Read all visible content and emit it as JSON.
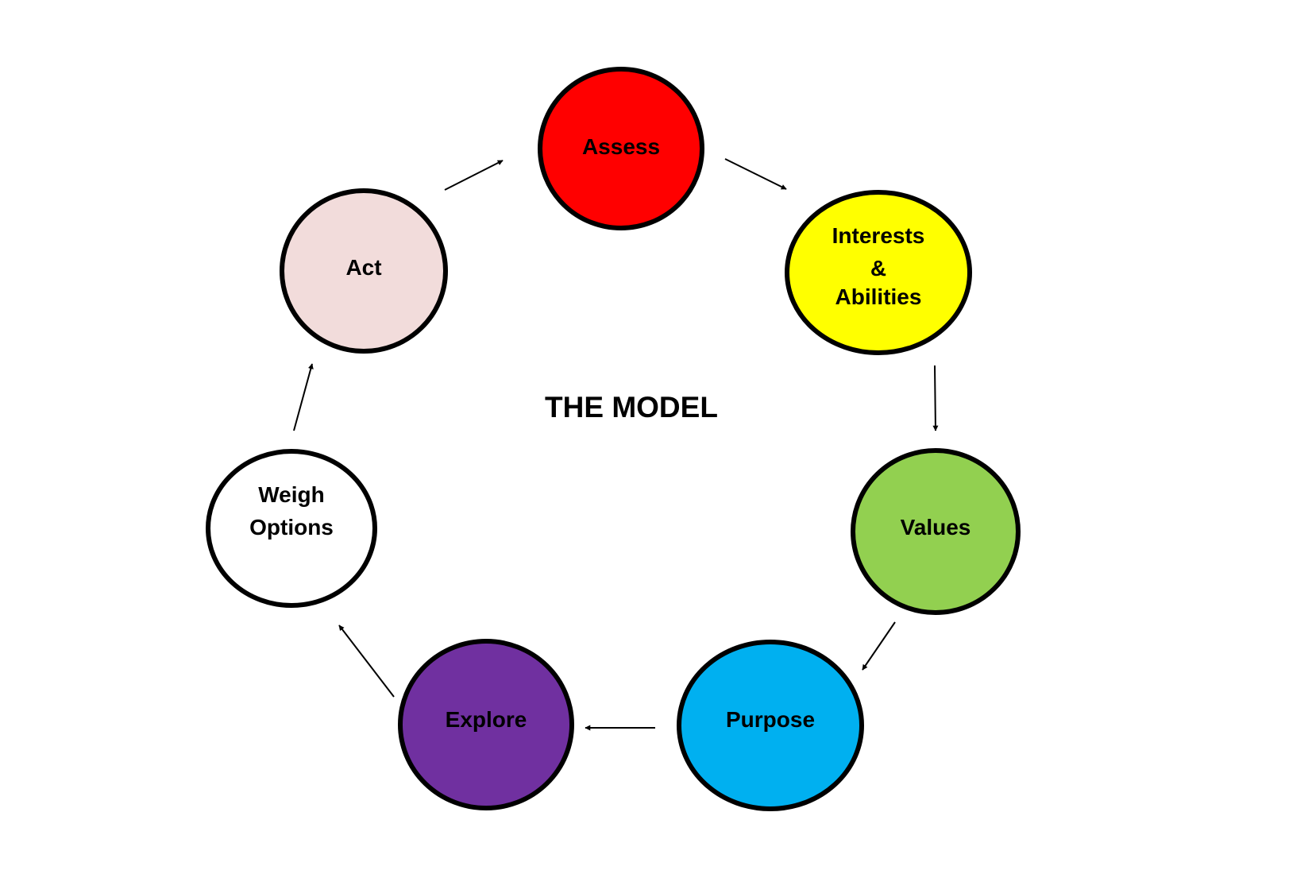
{
  "title": "THE MODEL",
  "nodes": [
    {
      "id": "assess",
      "lines": [
        "Assess"
      ],
      "fill": "#FF0000"
    },
    {
      "id": "interests-abilities",
      "lines": [
        "Interests",
        "&",
        "Abilities"
      ],
      "fill": "#FFFF00"
    },
    {
      "id": "values",
      "lines": [
        "Values"
      ],
      "fill": "#92D050"
    },
    {
      "id": "purpose",
      "lines": [
        "Purpose"
      ],
      "fill": "#00B0F0"
    },
    {
      "id": "explore",
      "lines": [
        "Explore"
      ],
      "fill": "#7030A0"
    },
    {
      "id": "weigh-options",
      "lines": [
        "Weigh",
        "Options"
      ],
      "fill": "#FFFFFF"
    },
    {
      "id": "act",
      "lines": [
        "Act"
      ],
      "fill": "#F2DCDB"
    }
  ],
  "edges": [
    {
      "from": "assess",
      "to": "interests-abilities"
    },
    {
      "from": "interests-abilities",
      "to": "values"
    },
    {
      "from": "values",
      "to": "purpose"
    },
    {
      "from": "purpose",
      "to": "explore"
    },
    {
      "from": "explore",
      "to": "weigh-options"
    },
    {
      "from": "weigh-options",
      "to": "act"
    },
    {
      "from": "act",
      "to": "assess"
    }
  ]
}
